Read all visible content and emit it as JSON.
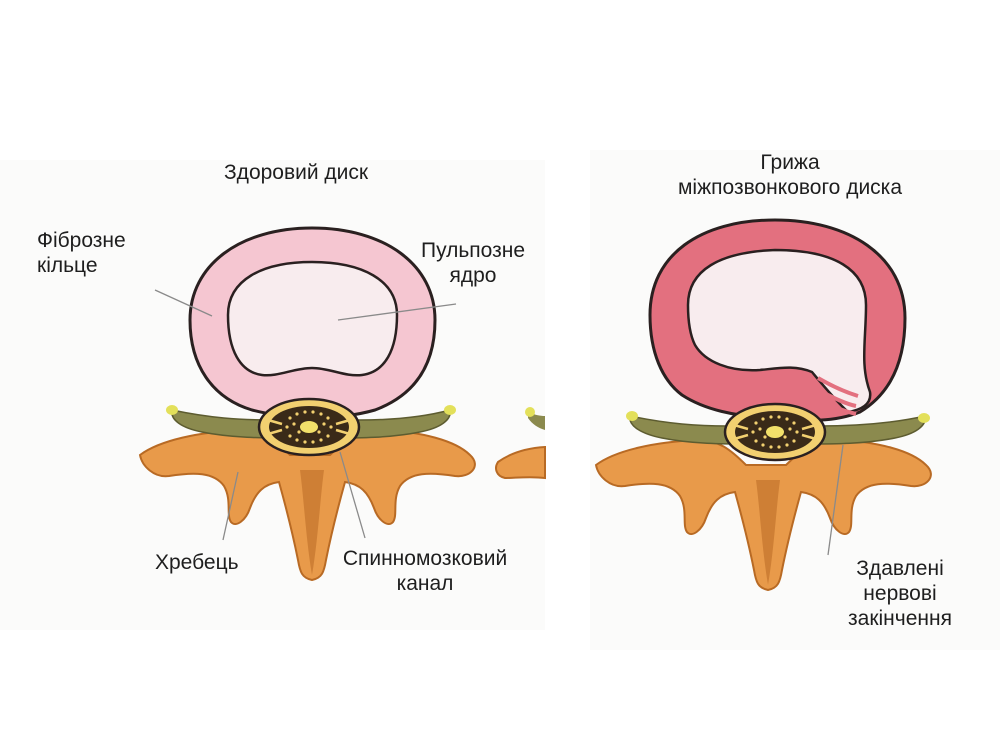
{
  "labels": {
    "healthy_title": "Здоровий диск",
    "hernia_title_line1": "Грижа",
    "hernia_title_line2": "міжпозвонкового диска",
    "annulus_line1": "Фіброзне",
    "annulus_line2": "кільце",
    "nucleus_line1": "Пульпозне",
    "nucleus_line2": "ядро",
    "vertebra": "Хребець",
    "canal_line1": "Спинномозковий",
    "canal_line2": "канал",
    "nerves_line1": "Здавлені",
    "nerves_line2": "нервові",
    "nerves_line3": "закінчення"
  },
  "colors": {
    "annulus_healthy": "#f5c6d1",
    "annulus_herniated": "#e3707f",
    "nucleus": "#f8ecee",
    "vertebra": "#e89a4a",
    "vertebra_shadow": "#b86a24",
    "ligament": "#8b8a4e",
    "nerve_tip": "#e3e05a",
    "spinal_cord": "#3a2a18",
    "outline": "#2a2020"
  }
}
